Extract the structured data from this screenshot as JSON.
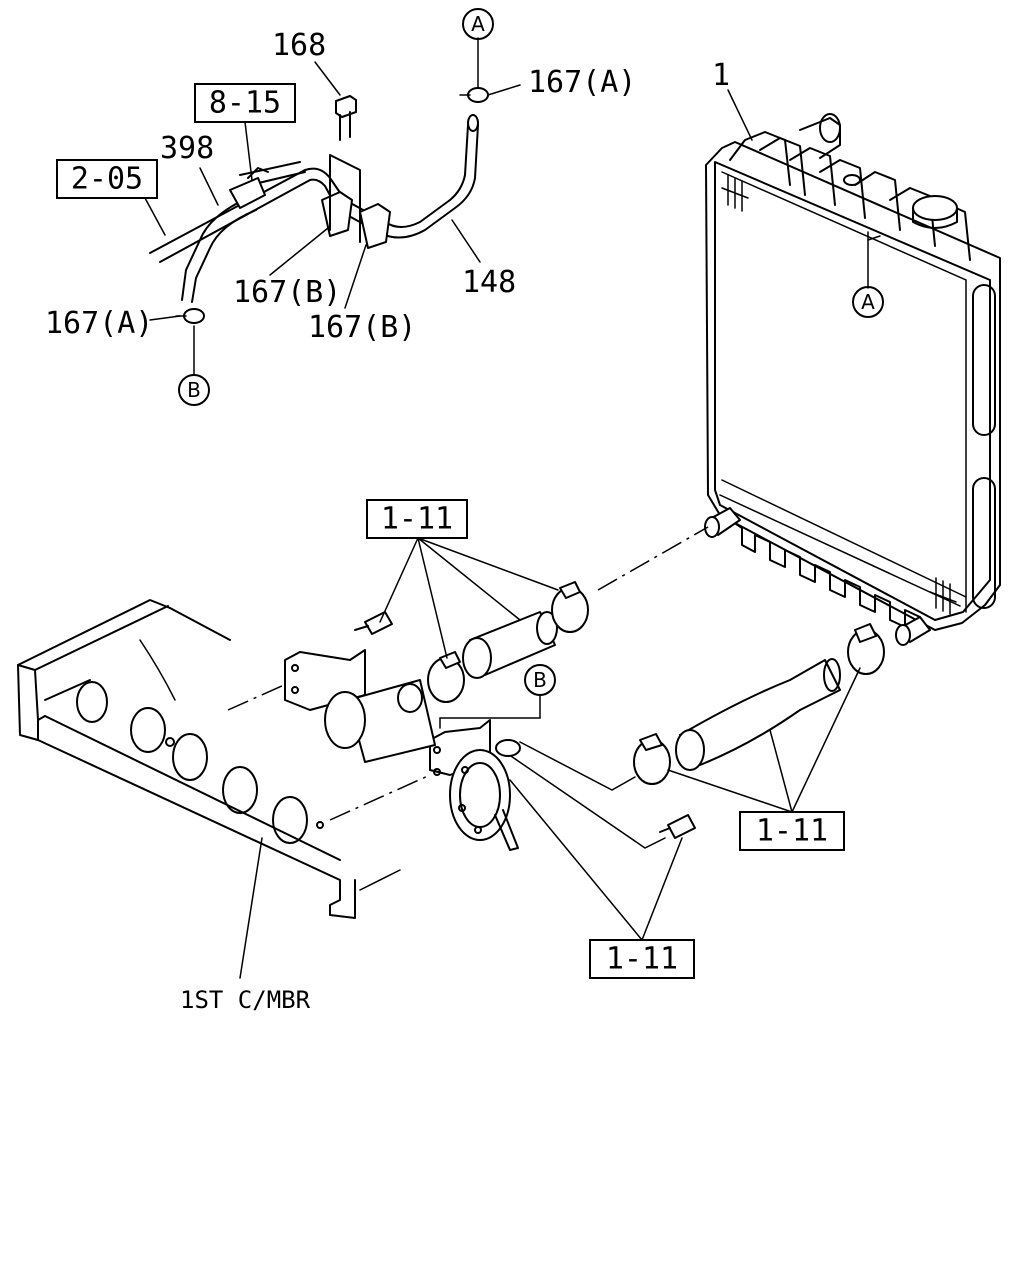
{
  "labels": {
    "l168": "168",
    "l167a_top": "167(A)",
    "l1": "1",
    "l398": "398",
    "l167b_left": "167(B)",
    "l148": "148",
    "l167b_right": "167(B)",
    "l167a_left": "167(A)",
    "l1st_cmbr": "1ST C/MBR"
  },
  "boxes": {
    "b815": "8-15",
    "b205": "2-05",
    "b111_top": "1-11",
    "b111_right": "1-11",
    "b111_bottom": "1-11"
  },
  "circles": {
    "a_top": "A",
    "a_radiator": "A",
    "b_left": "B",
    "b_middle": "B"
  }
}
